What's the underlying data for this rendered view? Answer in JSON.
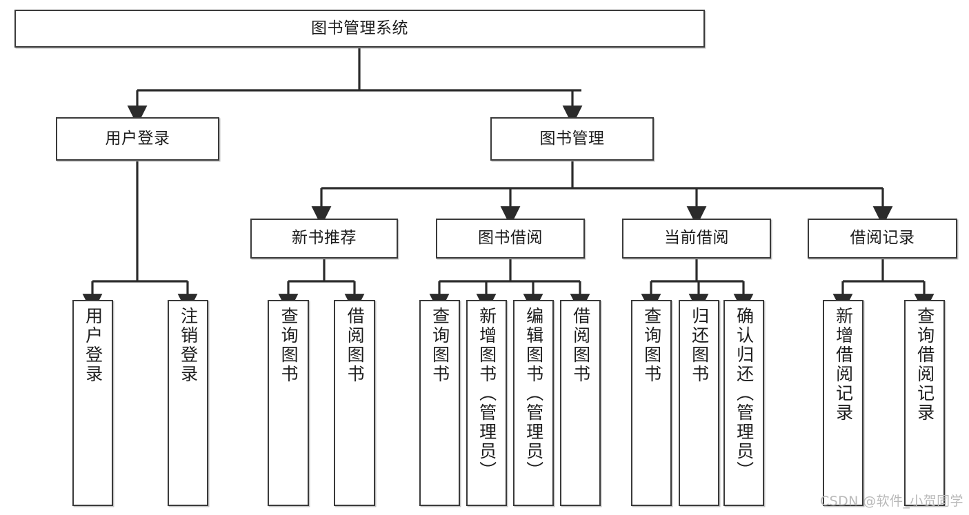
{
  "diagram": {
    "title": "图书管理系统",
    "type": "tree-hierarchy-chart",
    "watermark": "CSDN @软件_小贺同学",
    "colors": {
      "box_border": "#3a3a3a",
      "box_fill": "#ffffff",
      "edge": "#2b2b2b",
      "text": "#1d1d1d",
      "watermark": "#b9b9b9"
    },
    "nodes": {
      "root": {
        "label": "图书管理系统"
      },
      "level2": [
        {
          "label": "用户登录"
        },
        {
          "label": "图书管理"
        }
      ],
      "level3": [
        {
          "label": "新书推荐"
        },
        {
          "label": "图书借阅"
        },
        {
          "label": "当前借阅"
        },
        {
          "label": "借阅记录"
        }
      ],
      "leaves_user_login": [
        {
          "label": "用户登录"
        },
        {
          "label": "注销登录"
        }
      ],
      "leaves_new_book": [
        {
          "label": "查询图书"
        },
        {
          "label": "借阅图书"
        }
      ],
      "leaves_borrow": [
        {
          "label": "查询图书"
        },
        {
          "label": "新增图书（管理员）"
        },
        {
          "label": "编辑图书（管理员）"
        },
        {
          "label": "借阅图书"
        }
      ],
      "leaves_current": [
        {
          "label": "查询图书"
        },
        {
          "label": "归还图书"
        },
        {
          "label": "确认归还（管理员）"
        }
      ],
      "leaves_records": [
        {
          "label": "新增借阅记录"
        },
        {
          "label": "查询借阅记录"
        }
      ]
    }
  }
}
